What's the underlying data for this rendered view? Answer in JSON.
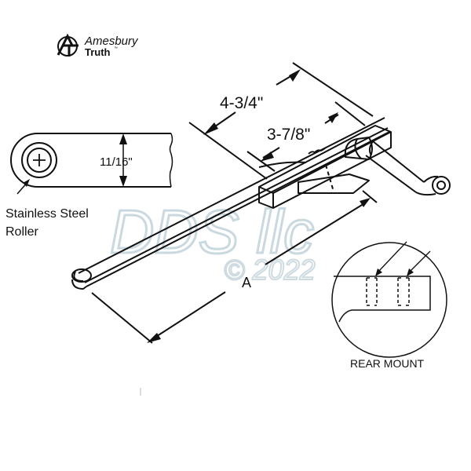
{
  "brand": {
    "line1": "Amesbury",
    "line2": "Truth",
    "trademark": "™",
    "logo_icon": "amesbury-truth-logo-icon"
  },
  "dimensions": {
    "overall_length": "4-3/4\"",
    "inner_length": "3-7/8\"",
    "arm_length_label": "A",
    "roller_width": "11/16\""
  },
  "callouts": {
    "roller_line1": "Stainless Steel",
    "roller_line2": "Roller",
    "rear_mount": "REAR MOUNT"
  },
  "watermark": {
    "text": "DDS llc",
    "copyright": "© 2022"
  },
  "colors": {
    "line": "#111111",
    "watermark": "#b9cdd6",
    "background": "#ffffff"
  }
}
